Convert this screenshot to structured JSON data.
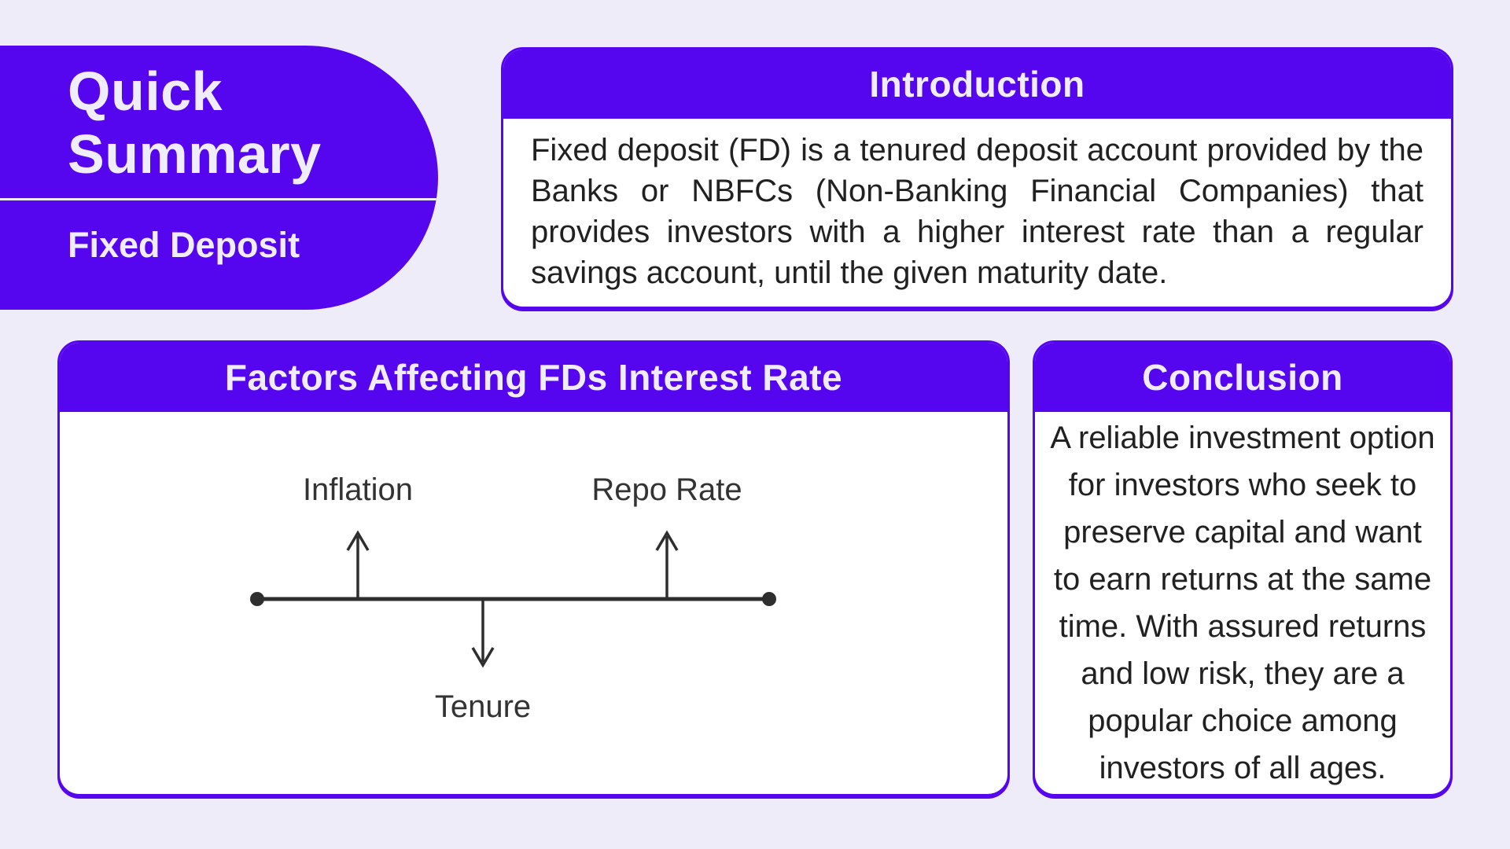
{
  "theme": {
    "accent": "#5606EF",
    "page_bg": "#EFECFA",
    "card_bg": "#FFFFFF",
    "header_text": "#F0EDFB",
    "text_dark": "#212121",
    "diagram_stroke": "#2E2E2E"
  },
  "banner": {
    "title_line1": "Quick",
    "title_line2": "Summary",
    "subtitle": "Fixed Deposit"
  },
  "intro_card": {
    "title": "Introduction",
    "body_lines": [
      "Fixed deposit (FD) is a tenured deposit account provided by the",
      "Banks or NBFCs (Non-Banking Financial Companies) that",
      "provides investors with a higher interest rate than a regular",
      "savings account, until the given maturity date."
    ],
    "body_text": "Fixed deposit (FD) is a tenured deposit account provided by the Banks or NBFCs (Non-Banking Financial Companies) that provides investors with a higher interest rate than a regular savings account, until the given maturity date."
  },
  "factors_card": {
    "title": "Factors Affecting FDs Interest Rate",
    "diagram": {
      "inflation_label": "Inflation",
      "repo_rate_label": "Repo Rate",
      "tenure_label": "Tenure"
    }
  },
  "conclusion_card": {
    "title": "Conclusion",
    "body_lines": [
      "A reliable investment option",
      "for investors who seek to",
      "preserve capital and want",
      "to earn returns at the same",
      "time. With assured returns",
      "and low risk, they are a",
      "popular choice among",
      "investors of all ages."
    ],
    "body_text": "A reliable investment option for investors who seek to preserve capital and want to earn returns at the same time. With assured returns and low risk, they are a popular choice among investors of all ages."
  }
}
